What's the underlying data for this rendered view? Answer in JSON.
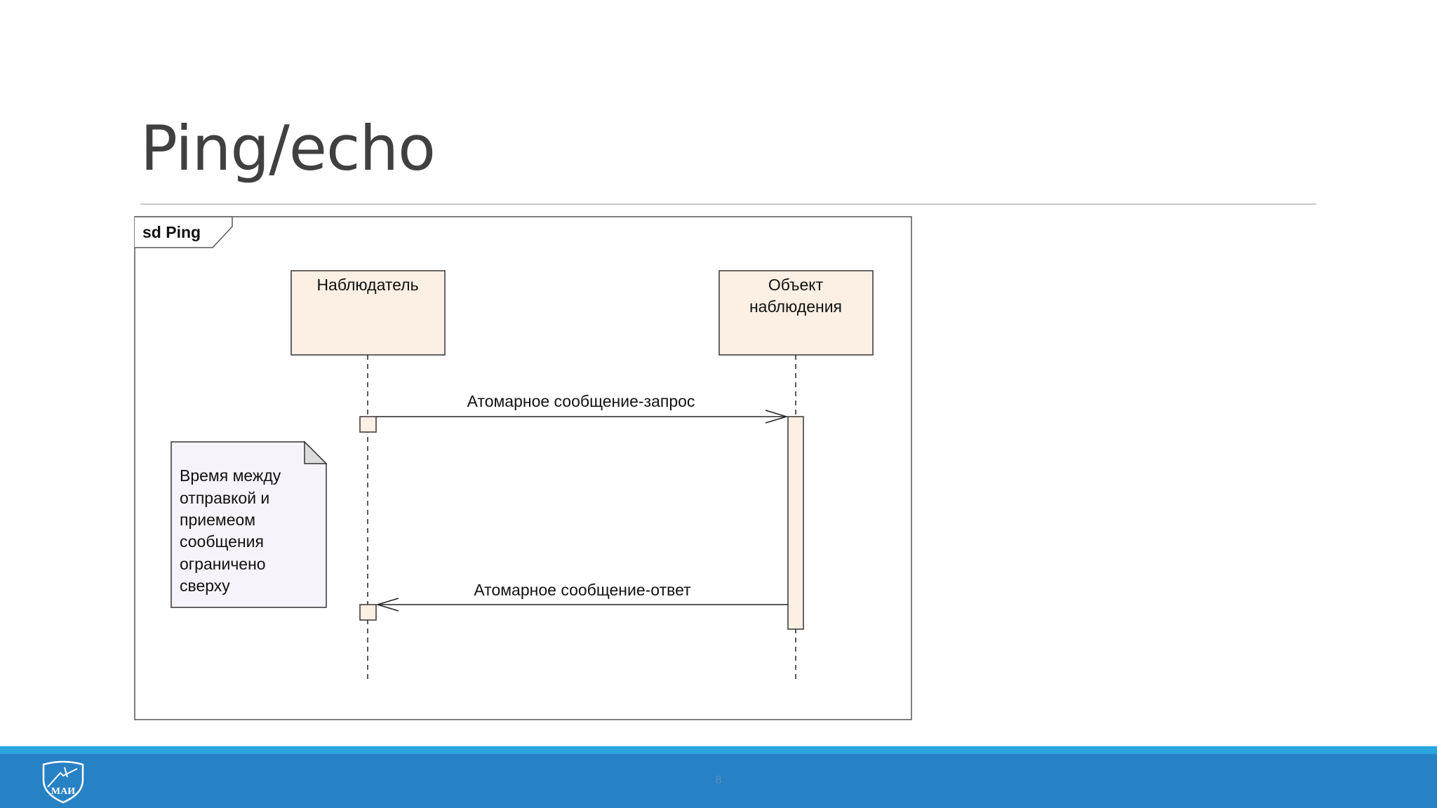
{
  "slide": {
    "title": "Ping/echo",
    "page_number": "8",
    "logo_text": "МАИ"
  },
  "colors": {
    "footer": "#2781c5",
    "footer_strip": "#2aa5dd",
    "lifeline_fill": "#fcefe3",
    "note_fill": "#f7f3fb"
  },
  "diagram": {
    "frame_label": "sd Ping",
    "participants": [
      {
        "id": "observer",
        "lines": [
          "Наблюдатель"
        ]
      },
      {
        "id": "observed",
        "lines": [
          "Объект",
          "наблюдения"
        ]
      }
    ],
    "messages": [
      {
        "from": "observer",
        "to": "observed",
        "label": "Атомарное сообщение-запрос"
      },
      {
        "from": "observed",
        "to": "observer",
        "label": "Атомарное сообщение-ответ"
      }
    ],
    "note": {
      "lines": [
        "Время между",
        "отправкой и",
        "приемеом",
        "сообщения",
        "ограничено",
        "сверху"
      ]
    }
  }
}
